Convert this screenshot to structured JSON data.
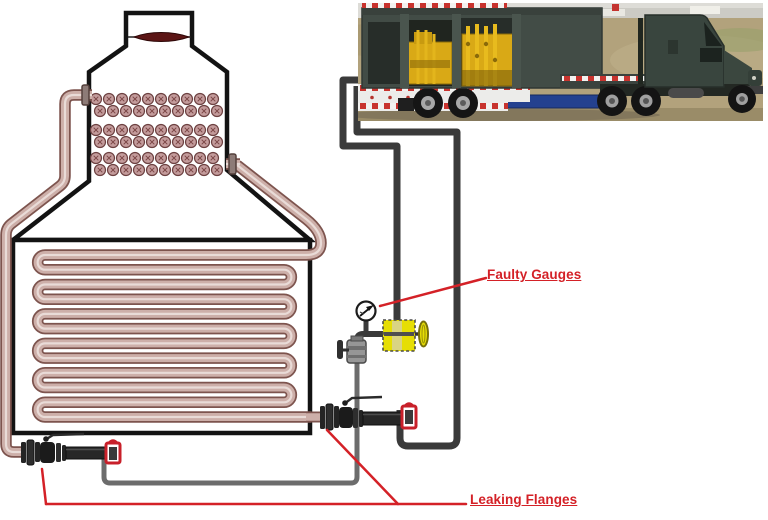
{
  "page": {
    "background": "#ffffff",
    "description": "Boiler / heat-exchanger piping schematic with fault call-outs and a photo of a truck-mounted pumping unit"
  },
  "annotations": {
    "faulty_gauges": {
      "label": "Faulty Gauges"
    },
    "leaking_flanges": {
      "label": "Leaking Flanges"
    },
    "color": "#d42127"
  },
  "photo": {
    "subject": "semi truck carrying enclosed yellow pumping / engine equipment on a lowboy trailer in a field",
    "position": "top-right"
  },
  "components": {
    "boiler": "boiler-vessel-with-tube-bank",
    "damper": "stack-damper",
    "coil": "serpentine-heating-coil",
    "gauge": "pressure-gauge",
    "actuated_valve": "yellow-actuated-valve",
    "isolation_valve": "handwheel-isolation-valve",
    "left_flange_valve": "flanged-ball-valve-bottom-left",
    "right_flange_valve": "flanged-ball-valve-middle",
    "truck": "pumping-unit-truck-photo"
  },
  "colors": {
    "annotation_red": "#d42127",
    "copper_pipe": "#cdafa9",
    "copper_outline": "#7d544e",
    "dark_pipe": "#3a3a3a",
    "gray_pipe": "#6c6c6c",
    "valve_yellow": "#e6de04",
    "cap_red": "#c8202a",
    "boiler_outline": "#131313"
  }
}
